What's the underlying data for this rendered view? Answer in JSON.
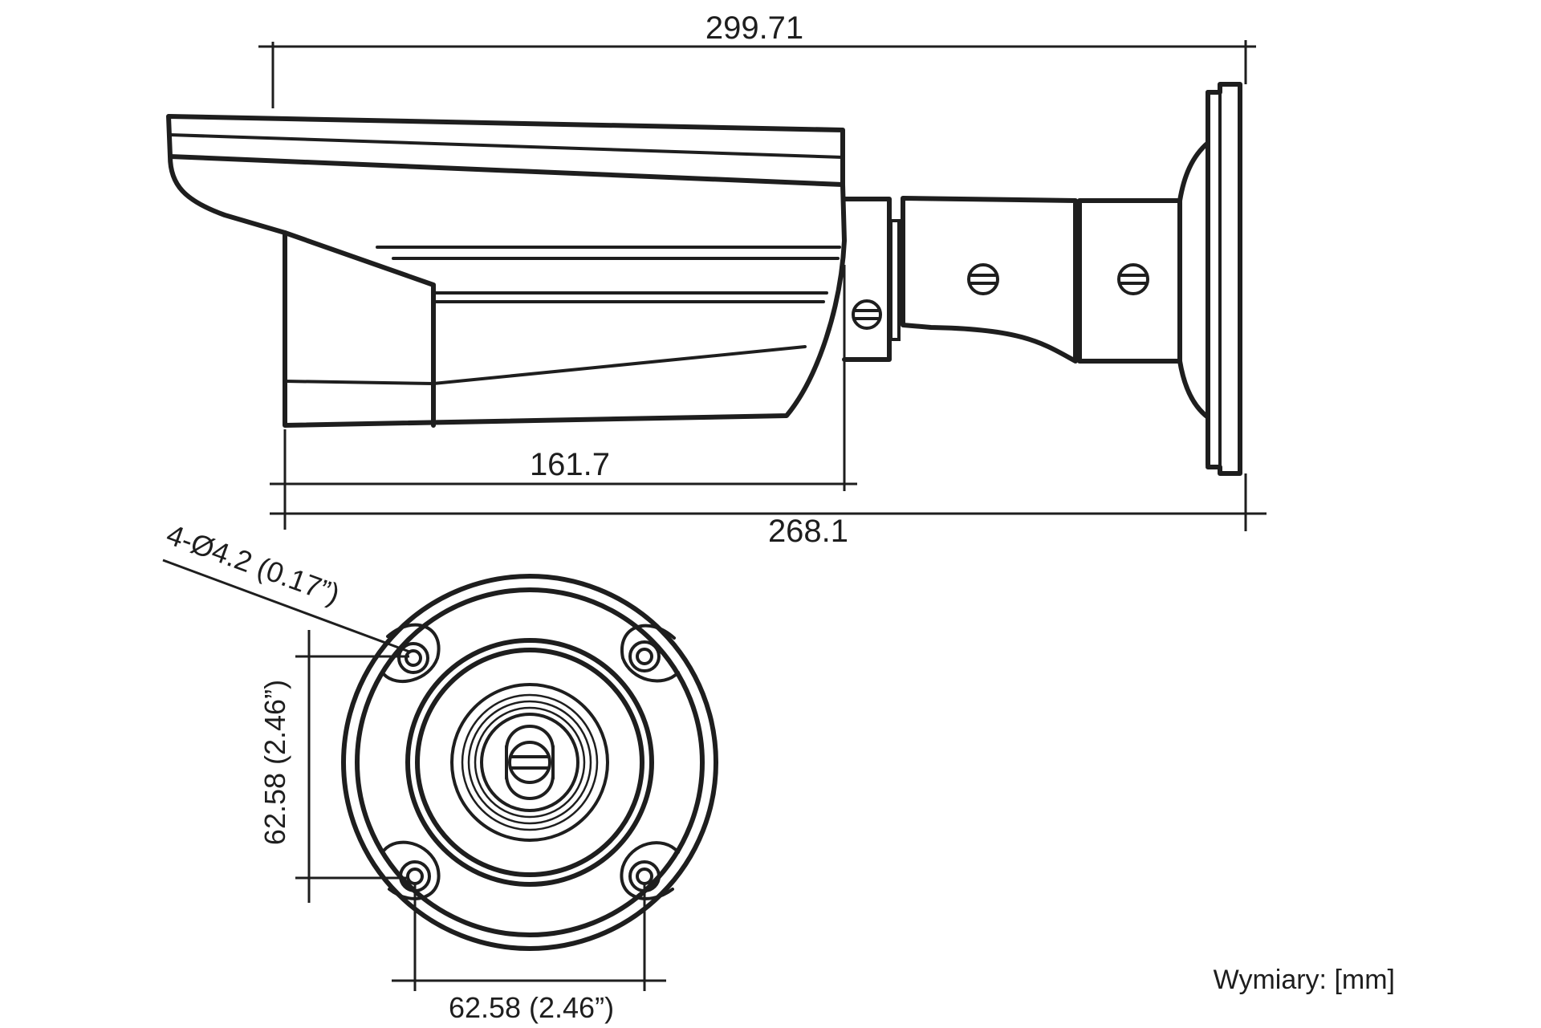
{
  "dimensions": {
    "overall_length": "299.71",
    "housing_length": "161.7",
    "base_length": "268.1",
    "hole_spec": "4-Ø4.2 (0.17”)",
    "vertical_spacing": "62.58 (2.46”)",
    "horizontal_spacing": "62.58 (2.46”)"
  },
  "units_note": "Wymiary: [mm]",
  "icons": {
    "screw": "screw-icon",
    "lens": "lens-icon"
  }
}
